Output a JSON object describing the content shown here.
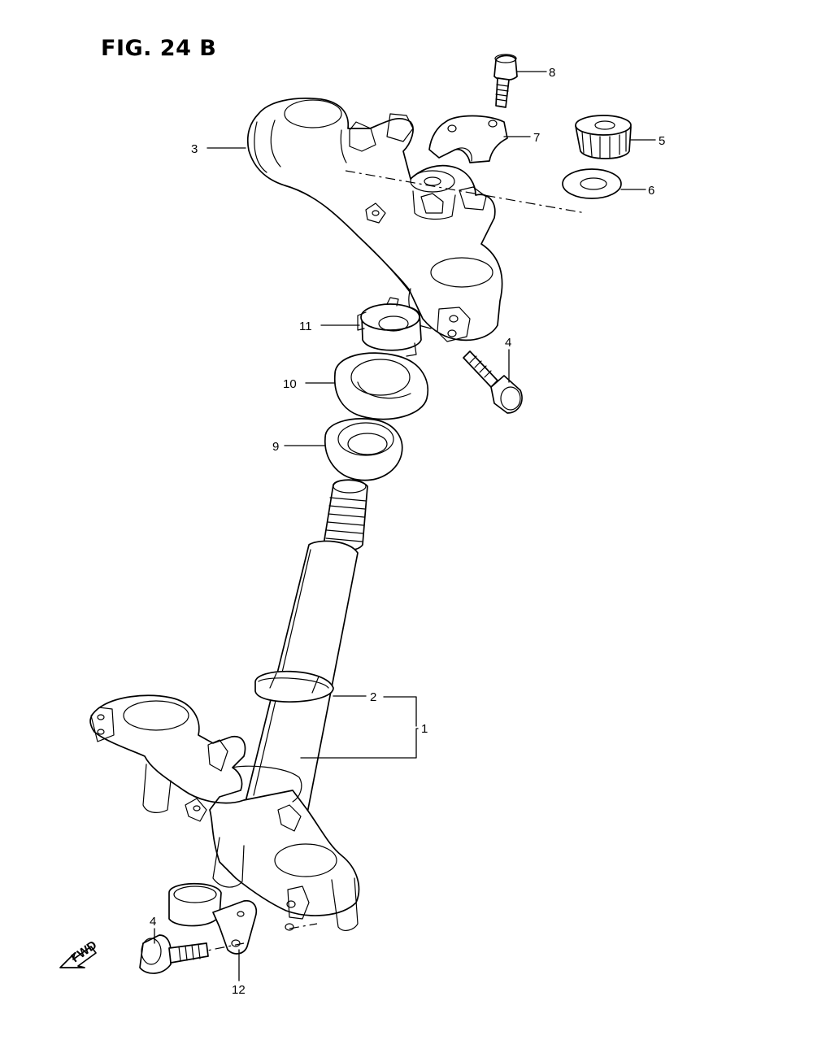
{
  "figure": {
    "title": "FIG. 24 B"
  },
  "fwd_label": "FWD",
  "callouts": [
    {
      "id": "c1",
      "text": "1"
    },
    {
      "id": "c2",
      "text": "2"
    },
    {
      "id": "c3",
      "text": "3"
    },
    {
      "id": "c4a",
      "text": "4"
    },
    {
      "id": "c4b",
      "text": "4"
    },
    {
      "id": "c5",
      "text": "5"
    },
    {
      "id": "c6",
      "text": "6"
    },
    {
      "id": "c7",
      "text": "7"
    },
    {
      "id": "c8",
      "text": "8"
    },
    {
      "id": "c9",
      "text": "9"
    },
    {
      "id": "c10",
      "text": "10"
    },
    {
      "id": "c11",
      "text": "11"
    },
    {
      "id": "c12",
      "text": "12"
    }
  ]
}
